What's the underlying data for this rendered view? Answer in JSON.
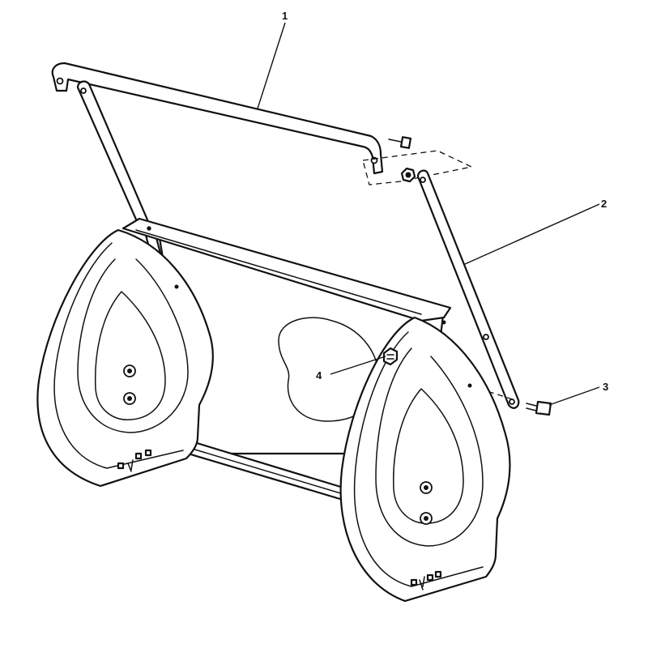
{
  "callouts": [
    {
      "id": "1",
      "label": "1"
    },
    {
      "id": "2",
      "label": "2"
    },
    {
      "id": "3",
      "label": "3"
    },
    {
      "id": "4",
      "label": "4"
    }
  ],
  "line_color": "#111111",
  "background": "#ffffff"
}
